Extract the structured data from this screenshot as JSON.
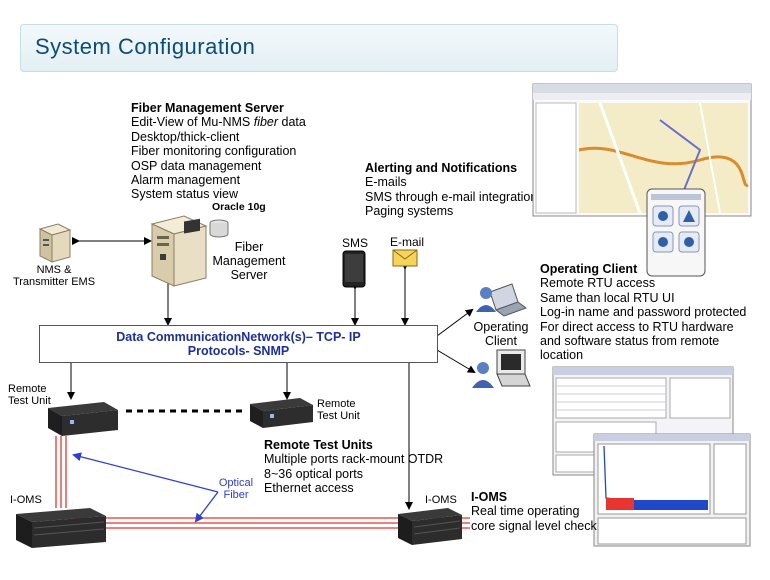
{
  "title": "System Configuration",
  "fiber_server": {
    "heading": "Fiber Management Server",
    "lines": [
      "Edit-View of Mu-NMS ",
      "Desktop/thick-client",
      "Fiber monitoring configuration",
      "OSP data management",
      "Alarm management",
      "System status view"
    ],
    "line1_italic": "fiber",
    "line1_tail": " data",
    "oracle": "Oracle 10g",
    "icon_label_1": "Fiber",
    "icon_label_2": "Management",
    "icon_label_3": "Server"
  },
  "nms": {
    "label_1": "NMS &",
    "label_2": "Transmitter EMS"
  },
  "alerting": {
    "heading": "Alerting and Notifications",
    "lines": [
      "E-mails",
      "SMS through e-mail integration",
      "Paging systems"
    ],
    "sms_label": "SMS",
    "email_label": "E-mail"
  },
  "operating_client": {
    "heading": "Operating Client",
    "lines": [
      "Remote RTU access",
      "Same than local RTU UI",
      "Log-in name and password protected",
      "For direct access to RTU hardware",
      "and software status from remote",
      "location"
    ],
    "icon_label_1": "Operating",
    "icon_label_2": "Client"
  },
  "dcn": {
    "line1": "Data CommunicationNetwork(s)– TCP- IP",
    "line2": "Protocols- SNMP"
  },
  "rtu": {
    "label_left_1": "Remote",
    "label_left_2": "Test Unit",
    "label_right_1": "Remote",
    "label_right_2": "Test Unit",
    "heading": "Remote Test Units",
    "lines": [
      "Multiple ports rack-mount OTDR",
      "8~36 optical ports",
      "Ethernet access"
    ]
  },
  "optical_fiber": {
    "label_1": "Optical",
    "label_2": "Fiber"
  },
  "ioms": {
    "label_left": "I-OMS",
    "label_right": "I-OMS",
    "heading": "I-OMS",
    "lines": [
      "Real time operating",
      "core signal level check"
    ]
  },
  "colors": {
    "title": "#0b4c7a",
    "dcn_text": "#1b2fa0",
    "fiber_red": "#e8352f",
    "optical_blue": "#2b3fd6"
  }
}
